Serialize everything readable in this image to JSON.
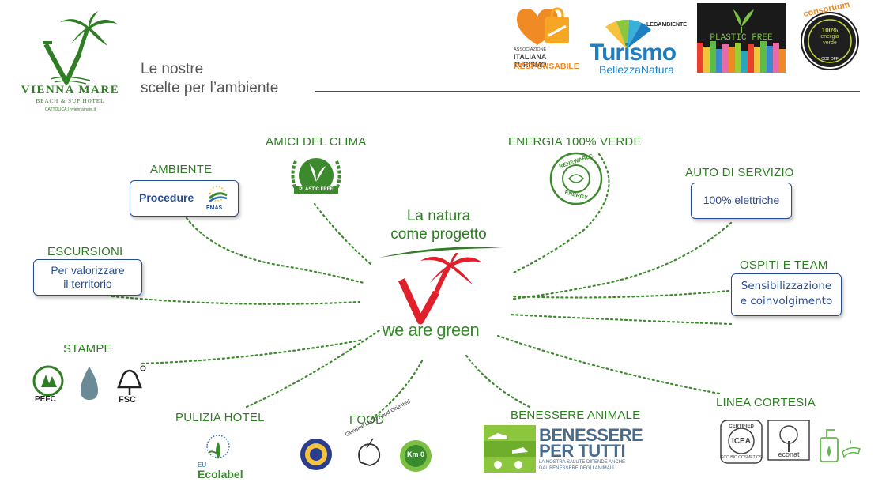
{
  "header": {
    "hotel_name": "VIENNA MARE",
    "hotel_sub": "BEACH & SUP HOTEL",
    "hotel_loc": "CATTOLICA | hviennamare.it",
    "headline_line1": "Le nostre",
    "headline_line2": "scelte per l’ambiente",
    "partner_logos": [
      {
        "name": "aitr-logo",
        "lines": [
          "ASSOCIAZIONE",
          "ITALIANA TURISMO",
          "RESPONSABILE"
        ]
      },
      {
        "name": "legambiente-logo",
        "lines": [
          "LEGAMBIENTE",
          "Turismo",
          "BellezzaNatura"
        ]
      },
      {
        "name": "plastic-free-logo",
        "lines": [
          "PLASTIC FREE"
        ]
      },
      {
        "name": "consortium-logo",
        "lines": [
          "consortium",
          "100%",
          "energia",
          "verde",
          "CO2 OFF"
        ]
      }
    ]
  },
  "center": {
    "tagline_line1": "La natura",
    "tagline_line2": "come progetto",
    "brand": "we are green"
  },
  "nodes": {
    "amici_clima": {
      "title": "AMICI DEL CLIMA",
      "badge": "PLASTIC FREE"
    },
    "energia": {
      "title": "ENERGIA 100% VERDE",
      "badge_top": "RENEWABLE",
      "badge_bottom": "ENERGY"
    },
    "ambiente": {
      "title": "AMBIENTE",
      "box": "Procedure",
      "badge": "EMAS"
    },
    "auto": {
      "title": "AUTO DI SERVIZIO",
      "box": "100% elettriche"
    },
    "escursioni": {
      "title": "ESCURSIONI",
      "box_line1": "Per valorizzare",
      "box_line2": "il territorio"
    },
    "ospiti": {
      "title": "OSPITI E TEAM",
      "box_line1": "Sensibilizzazione",
      "box_line2": "e coinvolgimento"
    },
    "stampe": {
      "title": "STAMPE",
      "logo1": "PEFC",
      "logo2": "FSC"
    },
    "pulizia": {
      "title": "PULIZIA HOTEL",
      "logo_top": "EU",
      "logo_bottom": "Ecolabel"
    },
    "food": {
      "title": "FOOD",
      "logo_text": "Genuine Local Food Oriented",
      "km": "Km 0"
    },
    "benessere": {
      "title": "BENESSERE ANIMALE",
      "line1": "BENESSERE",
      "line2": "PER TUTTI",
      "sub1": "LA NOSTRA SALUTE DIPENDE ANCHE",
      "sub2": "DAL BENESSERE DEGLI ANIMALI"
    },
    "cortesia": {
      "title": "LINEA CORTESIA",
      "logo1_top": "CERTIFIED",
      "logo1_mid": "ICEA",
      "logo1_bottom": "ECO BIO COSMETICS",
      "logo2": "econat"
    }
  },
  "colors": {
    "title_green": "#2f7d24",
    "box_border": "#2a4d8f",
    "palm_red": "#e0212b",
    "palm_green": "#4a9a2c",
    "logo_green": "#1f8a2e"
  }
}
